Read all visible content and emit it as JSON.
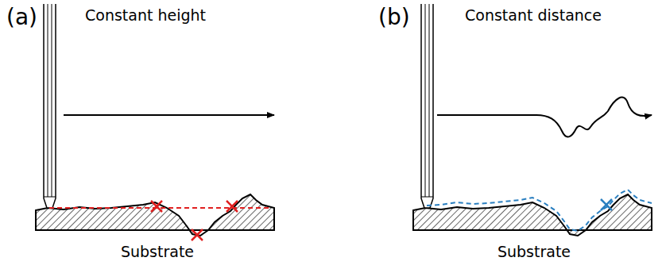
{
  "diagram": {
    "labels": [
      "(a)",
      "Constant height",
      "Substrate",
      "(b)",
      "Constant distance",
      "Substrate"
    ]
  }
}
